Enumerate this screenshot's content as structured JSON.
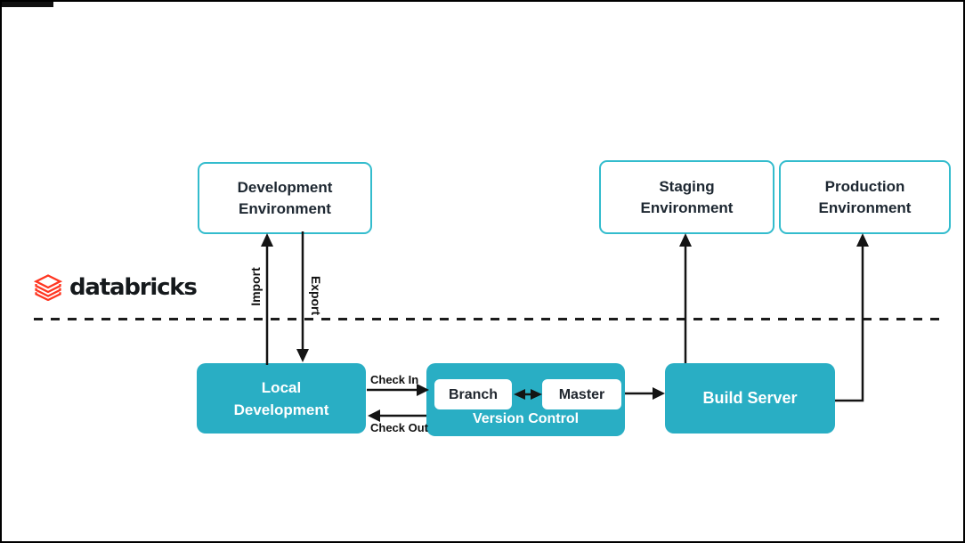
{
  "logo": {
    "brand": "databricks",
    "icon": "databricks-layers-icon",
    "icon_color": "#FF3621",
    "text_color": "#15191C"
  },
  "nodes": {
    "development_env": {
      "line1": "Development",
      "line2": "Environment"
    },
    "staging_env": {
      "line1": "Staging",
      "line2": "Environment"
    },
    "production_env": {
      "line1": "Production",
      "line2": "Environment"
    },
    "local_development": {
      "line1": "Local",
      "line2": "Development"
    },
    "version_control": {
      "label": "Version Control",
      "branch": "Branch",
      "master": "Master"
    },
    "build_server": {
      "label": "Build Server"
    }
  },
  "edges": {
    "import_label": "Import",
    "export_label": "Export",
    "check_in_label": "Check In",
    "check_out_label": "Check Out"
  },
  "colors": {
    "teal_fill": "#29AEC4",
    "teal_border": "#33BCCD",
    "brand_red": "#FF3621",
    "line_black": "#141414",
    "text_dark": "#1D2731"
  }
}
